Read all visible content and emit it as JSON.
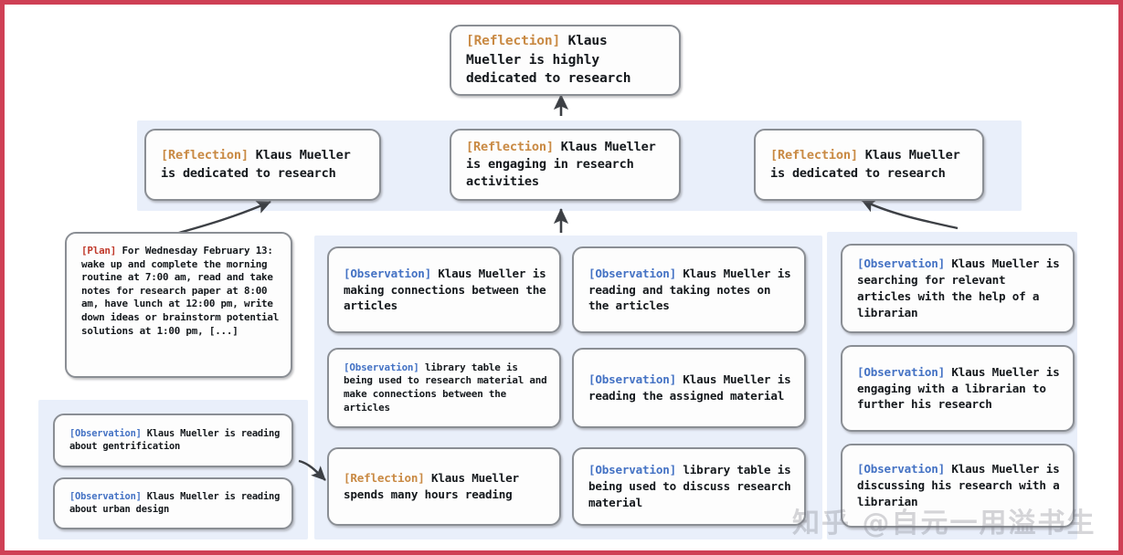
{
  "figure": {
    "title": "Agent memory reflection tree",
    "border_color": "#cf4055",
    "panel_color": "#e9effa",
    "node_border_color": "#8a8e94",
    "tag_colors": {
      "reflection": "#c98a44",
      "observation": "#4472c4",
      "plan": "#c0392b"
    }
  },
  "watermark": {
    "text": "知乎 @自元一用溢书生"
  },
  "nodes": {
    "root": {
      "tag": "[Reflection]",
      "tag_type": "reflection",
      "text": " Klaus Mueller is highly dedicated to research"
    },
    "level2": [
      {
        "tag": "[Reflection]",
        "tag_type": "reflection",
        "text": " Klaus Mueller is dedicated to research"
      },
      {
        "tag": "[Reflection]",
        "tag_type": "reflection",
        "text": " Klaus Mueller is engaging in research activities"
      },
      {
        "tag": "[Reflection]",
        "tag_type": "reflection",
        "text": " Klaus Mueller is dedicated to research"
      }
    ],
    "plan": {
      "tag": "[Plan]",
      "tag_type": "plan",
      "text": " For Wednesday February 13: wake up and complete the morning routine at 7:00 am, read and take notes for research paper at 8:00 am, have lunch at 12:00 pm, write down ideas or brainstorm potential solutions at 1:00 pm, [...]"
    },
    "bottom_left": [
      {
        "tag": "[Observation]",
        "tag_type": "observation",
        "text": " Klaus Mueller is reading about gentrification"
      },
      {
        "tag": "[Observation]",
        "tag_type": "observation",
        "text": " Klaus Mueller is reading about urban design"
      }
    ],
    "column_center_left": [
      {
        "tag": "[Observation]",
        "tag_type": "observation",
        "text": " Klaus Mueller is making connections between the articles"
      },
      {
        "tag": "[Observation]",
        "tag_type": "observation",
        "text": " library table is being used to research material and make connections between the articles"
      },
      {
        "tag": "[Reflection]",
        "tag_type": "reflection",
        "text": " Klaus Mueller spends many hours reading"
      }
    ],
    "column_center_right": [
      {
        "tag": "[Observation]",
        "tag_type": "observation",
        "text": " Klaus Mueller is reading and taking notes on the articles"
      },
      {
        "tag": "[Observation]",
        "tag_type": "observation",
        "text": " Klaus Mueller is reading the assigned material"
      },
      {
        "tag": "[Observation]",
        "tag_type": "observation",
        "text": " library table is being used to discuss research material"
      }
    ],
    "column_right": [
      {
        "tag": "[Observation]",
        "tag_type": "observation",
        "text": " Klaus Mueller is searching for relevant articles with the help of a librarian"
      },
      {
        "tag": "[Observation]",
        "tag_type": "observation",
        "text": " Klaus Mueller is engaging with a librarian to further his research"
      },
      {
        "tag": "[Observation]",
        "tag_type": "observation",
        "text": " Klaus Mueller is discussing his research with a librarian"
      }
    ]
  }
}
